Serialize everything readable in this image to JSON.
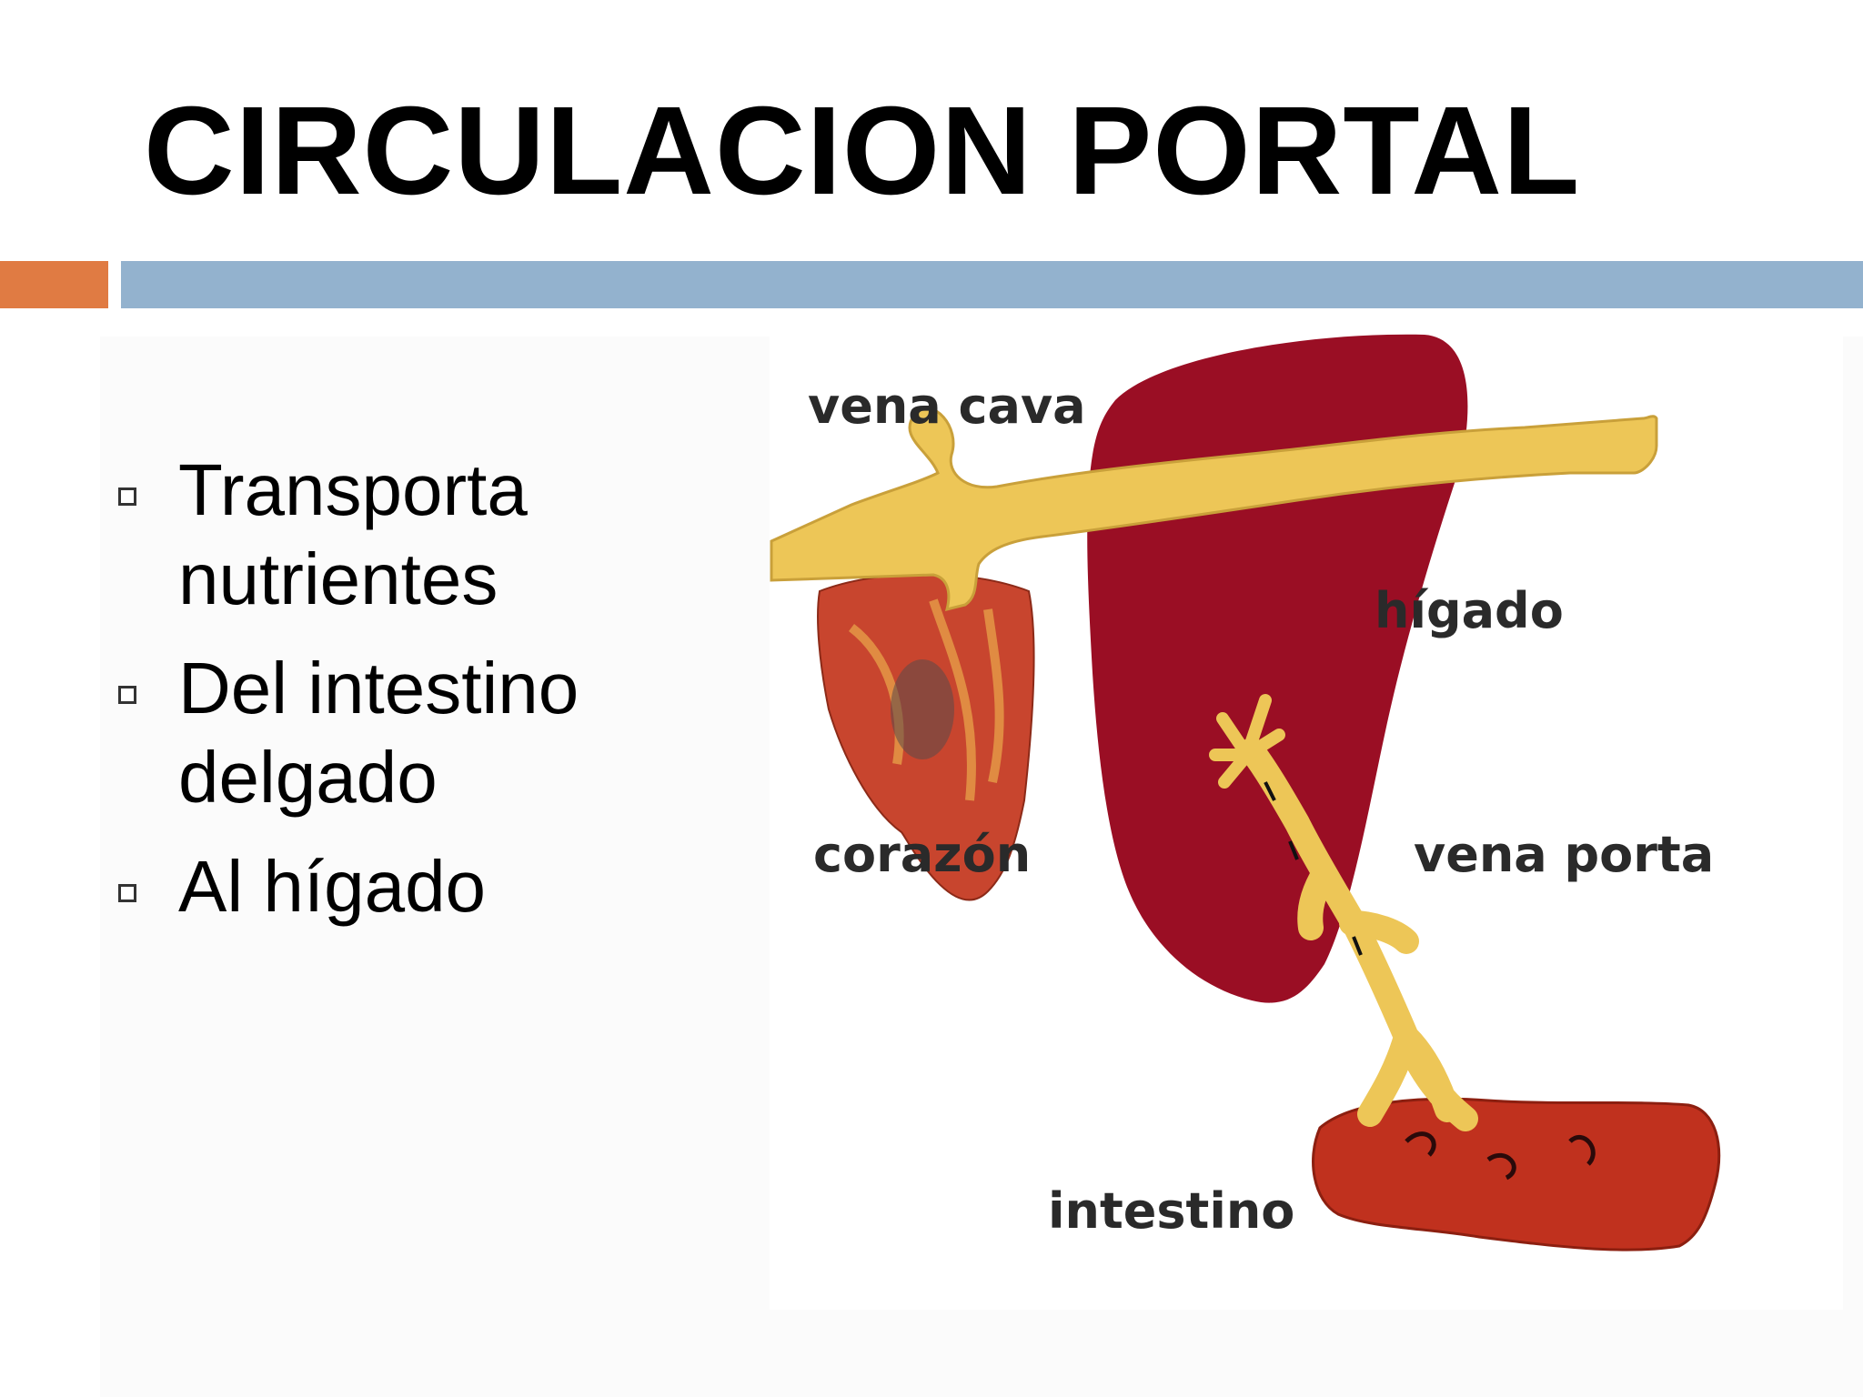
{
  "slide": {
    "title": "CIRCULACION PORTAL",
    "bullets": [
      {
        "text": "Transporta nutrientes"
      },
      {
        "text": "Del intestino delgado"
      },
      {
        "text": "Al hígado"
      }
    ]
  },
  "diagram": {
    "labels": {
      "vena_cava": "vena cava",
      "higado": "hígado",
      "corazon": "corazón",
      "vena_porta": "vena porta",
      "intestino": "intestino"
    }
  },
  "colors": {
    "accent_bar": "#E07B43",
    "main_bar": "#93B2CE",
    "liver": "#9A0E24",
    "vessel": "#EDC657",
    "heart": "#C8452E",
    "intestine": "#C0311E"
  }
}
